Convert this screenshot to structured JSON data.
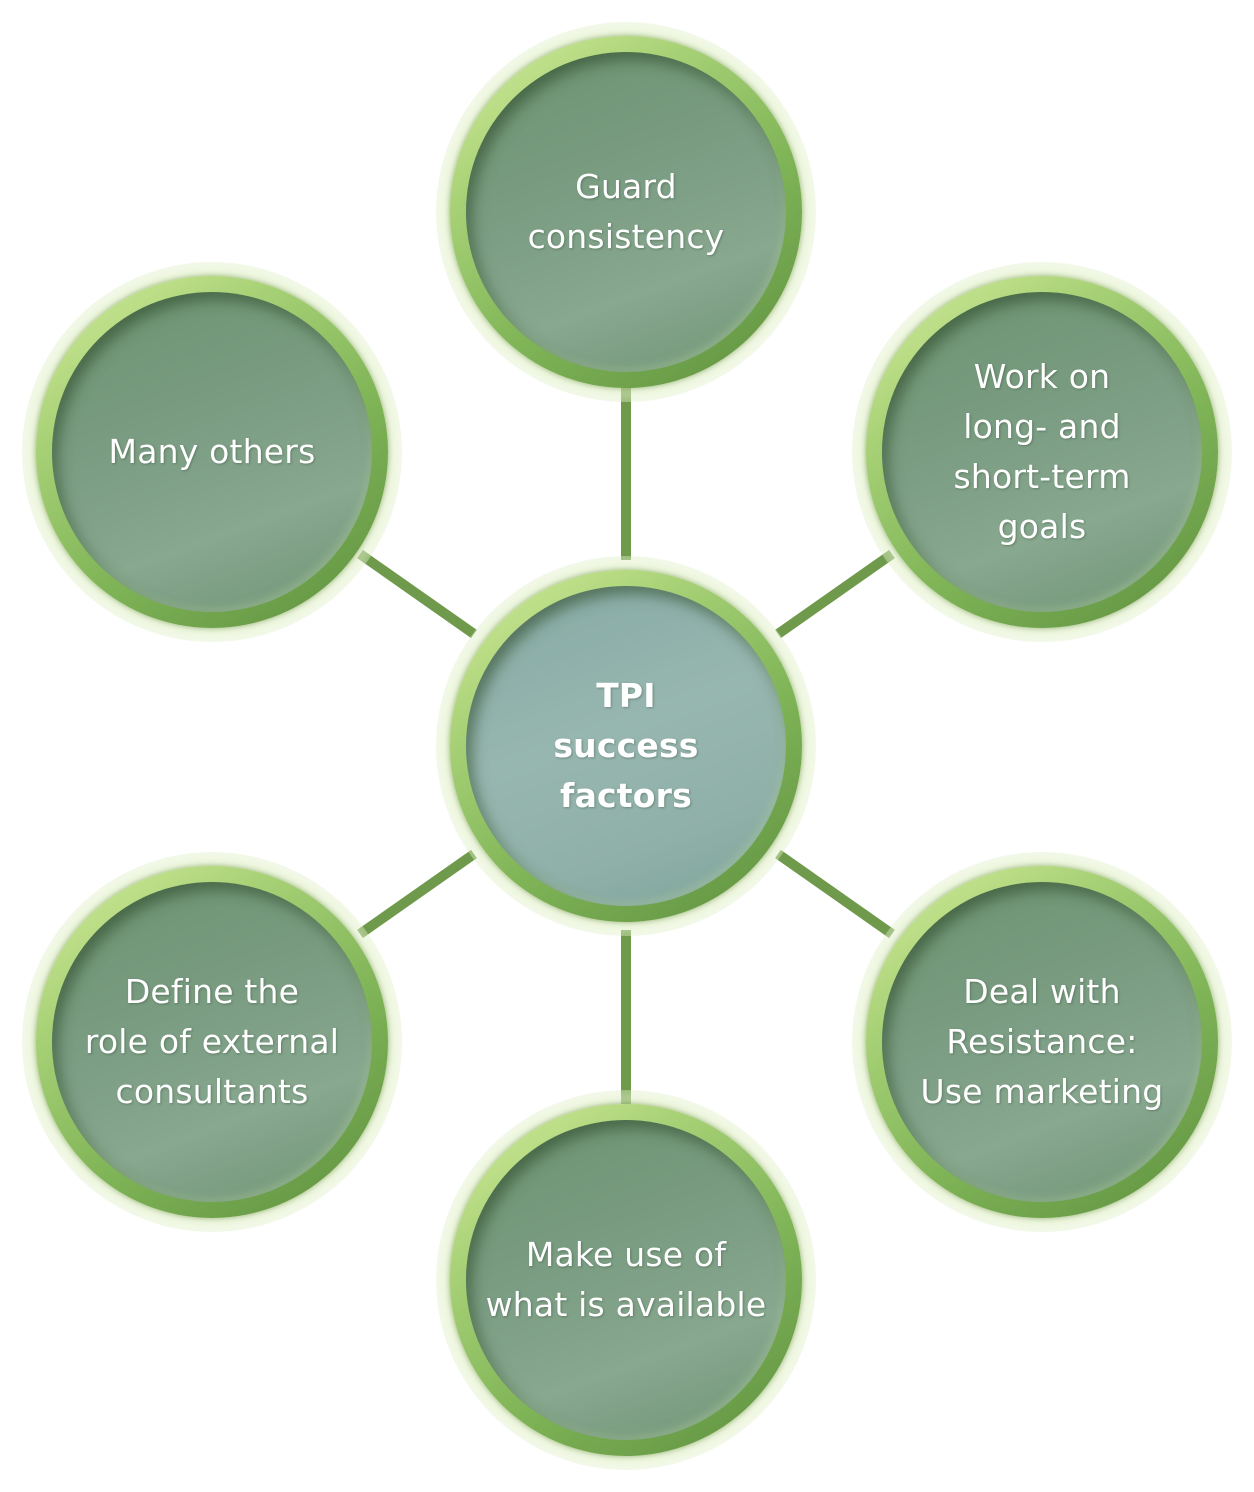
{
  "diagram": {
    "center": {
      "label": "TPI\nsuccess\nfactors"
    },
    "nodes": [
      {
        "id": "guard-consistency",
        "label": "Guard\nconsistency"
      },
      {
        "id": "work-on-goals",
        "label": "Work on\nlong- and\nshort-term\ngoals"
      },
      {
        "id": "deal-with-resistance",
        "label": "Deal with\nResistance:\nUse marketing"
      },
      {
        "id": "make-use-of-available",
        "label": "Make use of\nwhat is available"
      },
      {
        "id": "define-external-consultants",
        "label": "Define the\nrole of external\nconsultants"
      },
      {
        "id": "many-others",
        "label": "Many others"
      }
    ]
  },
  "colors": {
    "ring": "#8fc060",
    "outer_fill": "#7c9e84",
    "hub_fill": "#97b6b0",
    "connector": "#6f9a4c",
    "text": "#ffffff"
  }
}
